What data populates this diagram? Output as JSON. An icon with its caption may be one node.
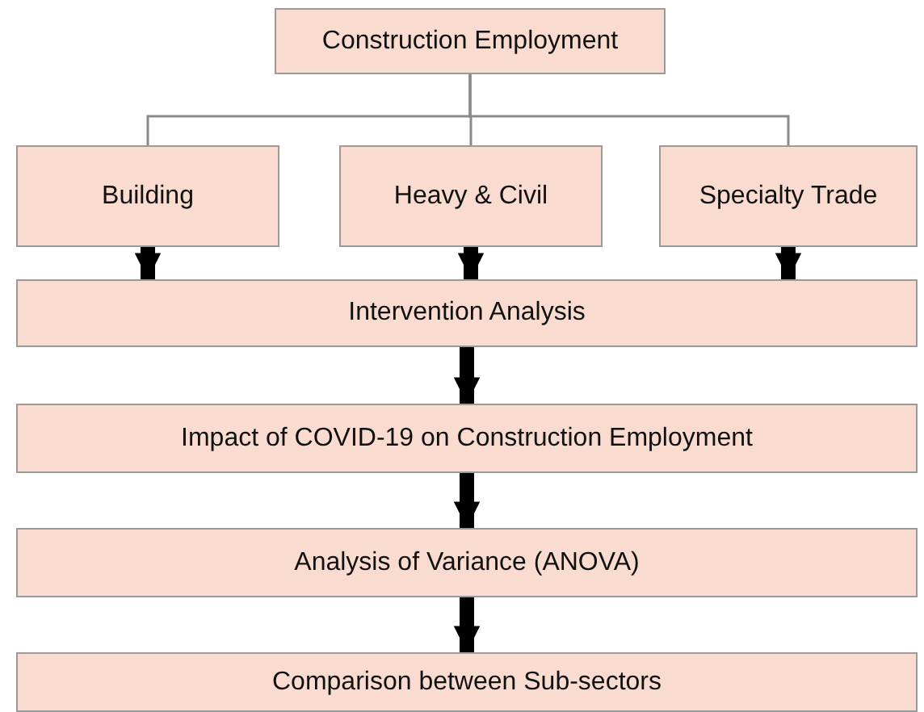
{
  "diagram": {
    "nodes": [
      {
        "text": [
          "Construction Employment"
        ]
      },
      {
        "text": [
          "Building"
        ]
      },
      {
        "text": [
          "Heavy & Civil"
        ]
      },
      {
        "text": [
          "Specialty Trade"
        ]
      },
      {
        "text": [
          "Intervention Analysis"
        ]
      },
      {
        "text": [
          "Impact of COVID-19 on Construction Employment"
        ]
      },
      {
        "text": [
          "Analysis of Variance (ANOVA)"
        ]
      },
      {
        "text": [
          "Comparison between Sub-sectors"
        ]
      }
    ],
    "edges": [
      {
        "from": 0,
        "to": 1,
        "arrow": "none",
        "color": "#8a8a8a"
      },
      {
        "from": 0,
        "to": 2,
        "arrow": "none",
        "color": "#8a8a8a"
      },
      {
        "from": 0,
        "to": 3,
        "arrow": "none",
        "color": "#8a8a8a"
      },
      {
        "from": 1,
        "to": 4,
        "arrow": "to"
      },
      {
        "from": 2,
        "to": 4,
        "arrow": "to"
      },
      {
        "from": 3,
        "to": 4,
        "arrow": "to"
      },
      {
        "from": 4,
        "to": 5,
        "arrow": "to"
      },
      {
        "from": 5,
        "to": 6,
        "arrow": "to"
      },
      {
        "from": 6,
        "to": 7,
        "arrow": "to"
      }
    ]
  }
}
